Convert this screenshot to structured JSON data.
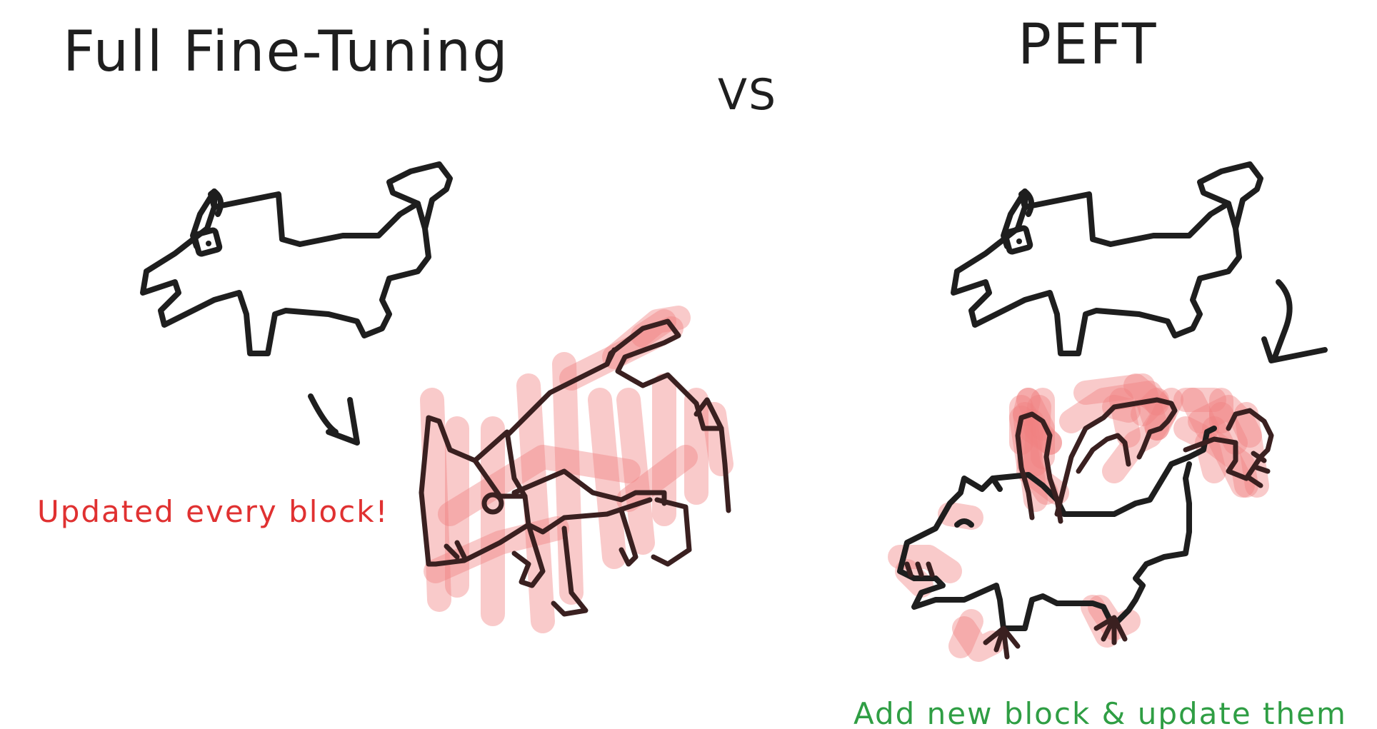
{
  "titles": {
    "left": "Full Fine-Tuning",
    "middle": "VS",
    "right": "PEFT"
  },
  "captions": {
    "left": "Updated every block!",
    "right": "Add new block & update them"
  },
  "colors": {
    "ink": "#1e1e1e",
    "highlight": "#f08080",
    "caption_left": "#e03131",
    "caption_right": "#2f9e44"
  }
}
